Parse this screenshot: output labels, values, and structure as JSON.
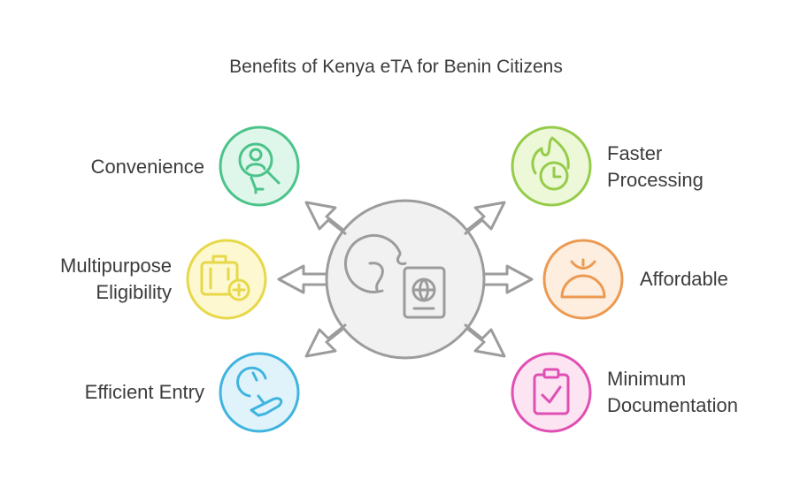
{
  "title": "Benefits of Kenya eTA for Benin Citizens",
  "benefits": [
    {
      "id": "convenience",
      "lines": [
        "Convenience"
      ],
      "icon": "magnifier-person-icon",
      "fill": "#dff7ea",
      "stroke": "#4cc38a"
    },
    {
      "id": "multipurpose",
      "lines": [
        "Multipurpose",
        "Eligibility"
      ],
      "icon": "luggage-plus-icon",
      "fill": "#fdf8cf",
      "stroke": "#e7d84a"
    },
    {
      "id": "efficient-entry",
      "lines": [
        "Efficient Entry"
      ],
      "icon": "plane-clock-icon",
      "fill": "#e0f3fb",
      "stroke": "#3fb4de"
    },
    {
      "id": "faster",
      "lines": [
        "Faster",
        "Processing"
      ],
      "icon": "fire-clock-icon",
      "fill": "#edf8d9",
      "stroke": "#95cc4a"
    },
    {
      "id": "affordable",
      "lines": [
        "Affordable"
      ],
      "icon": "half-circle-icon",
      "fill": "#fdeedf",
      "stroke": "#ec9a52"
    },
    {
      "id": "minimum-docs",
      "lines": [
        "Minimum",
        "Documentation"
      ],
      "icon": "clipboard-check-icon",
      "fill": "#fce4f3",
      "stroke": "#e14fb3"
    }
  ],
  "center": {
    "icon": "globe-passport-icon",
    "fill": "#f1f1f1",
    "stroke": "#9c9c9c"
  }
}
